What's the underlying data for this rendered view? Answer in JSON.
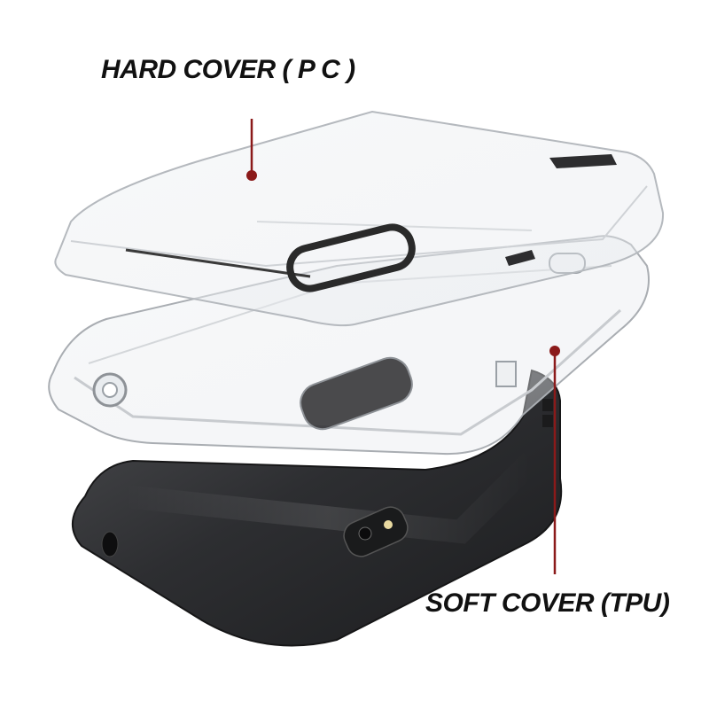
{
  "labels": {
    "hard_cover": "HARD COVER ( P C )",
    "soft_cover": "SOFT COVER (TPU)"
  },
  "colors": {
    "callout_line": "#8b1a1a",
    "callout_dot": "#8b1a1a",
    "label_text": "#111111",
    "phone_body": "#2b2b2d",
    "clear_plastic_edge": "#b9bcc0"
  },
  "illustration": {
    "subject": "exploded view of a clear phone case: hard cover above a soft cover above a dark phone",
    "icons": [
      "hard-cover-shell",
      "soft-cover-shell",
      "phone-body"
    ]
  }
}
